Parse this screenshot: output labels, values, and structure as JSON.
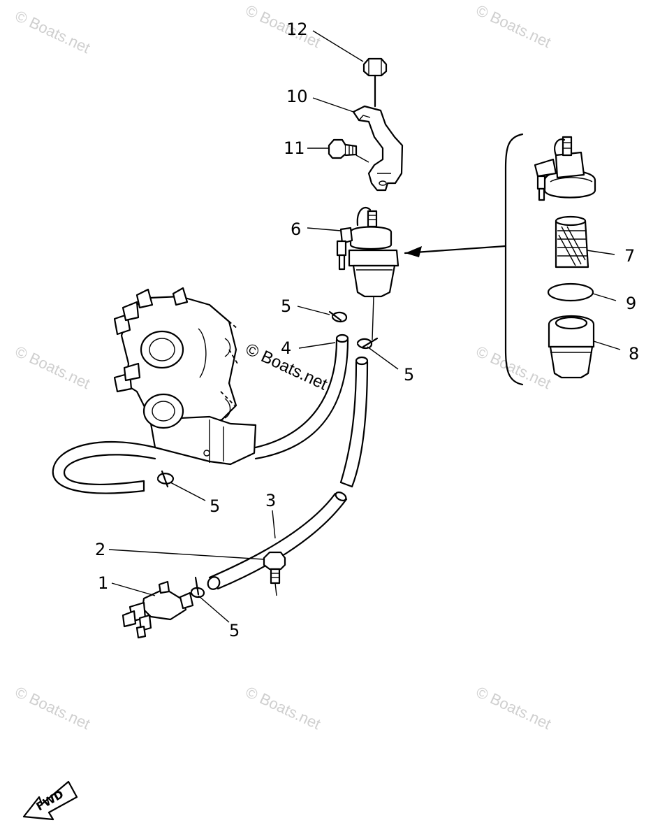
{
  "watermarks": {
    "text": "© Boats.net",
    "center_text": "© Boats.net"
  },
  "callouts": {
    "c1": "1",
    "c2": "2",
    "c3": "3",
    "c4": "4",
    "c5a": "5",
    "c5b": "5",
    "c5c": "5",
    "c5d": "5",
    "c6": "6",
    "c7": "7",
    "c8": "8",
    "c9": "9",
    "c10": "10",
    "c11": "11",
    "c12": "12"
  },
  "fwd_label": "FWD"
}
